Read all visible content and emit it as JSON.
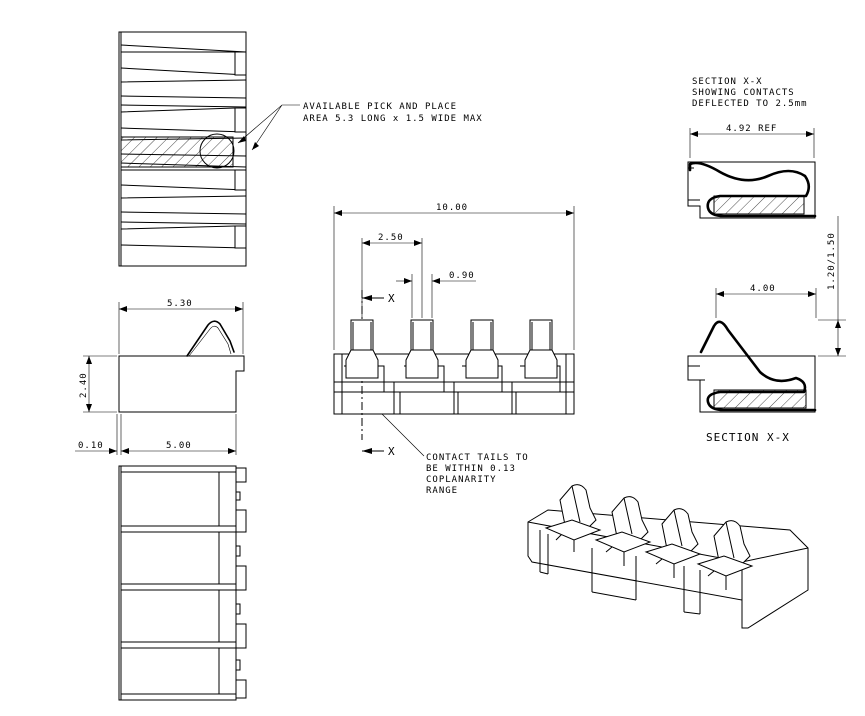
{
  "notes": {
    "pick_place_line1": "AVAILABLE PICK AND PLACE",
    "pick_place_line2": "AREA 5.3 LONG x 1.5 WIDE MAX",
    "section_line1": "SECTION X-X",
    "section_line2": "SHOWING CONTACTS",
    "section_line3": "DEFLECTED TO 2.5mm",
    "tails_line1": "CONTACT TAILS TO",
    "tails_line2": "BE WITHIN 0.13",
    "tails_line3": "COPLANARITY",
    "tails_line4": "RANGE",
    "section_label": "SECTION  X-X"
  },
  "dimensions": {
    "width_5_30": "5.30",
    "height_2_40": "2.40",
    "offset_0_10": "0.10",
    "base_5_00": "5.00",
    "overall_10_00": "10.00",
    "pitch_2_50": "2.50",
    "contact_0_90": "0.90",
    "ref_4_92": "4.92 REF",
    "free_4_00": "4.00",
    "height_1_20_1_50": "1.20/1.50"
  },
  "section_marks": {
    "top": "X",
    "bottom": "X"
  }
}
